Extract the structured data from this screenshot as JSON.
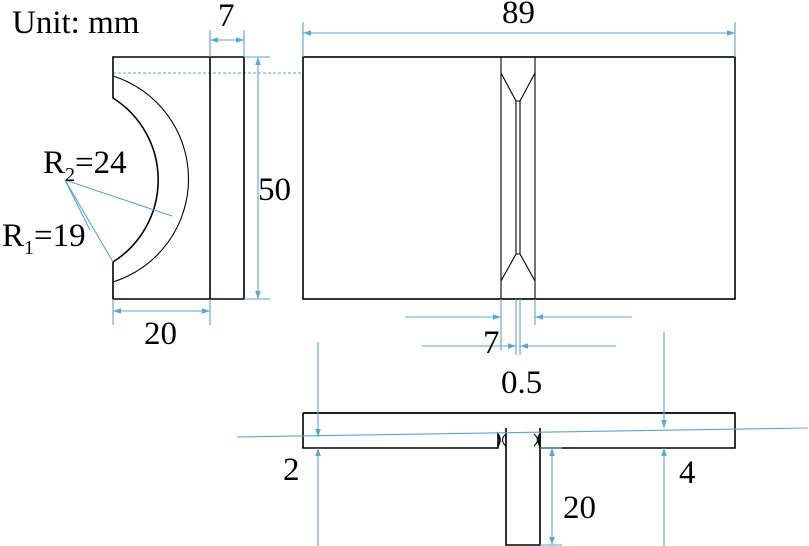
{
  "unit_label": "Unit: mm",
  "colors": {
    "outline": "#000000",
    "dimension": "#5aa6d6"
  },
  "dimensions": {
    "thickness_top": "7",
    "width_top": "89",
    "height": "50",
    "width_left": "20",
    "groove_width": "7",
    "gap": "0.5",
    "offset_left": "2",
    "offset_right": "4",
    "stem_height": "20"
  },
  "radii": {
    "r2": {
      "symbol": "R",
      "index": "2",
      "value": "=24"
    },
    "r1": {
      "symbol": "R",
      "index": "1",
      "value": "=19"
    }
  }
}
